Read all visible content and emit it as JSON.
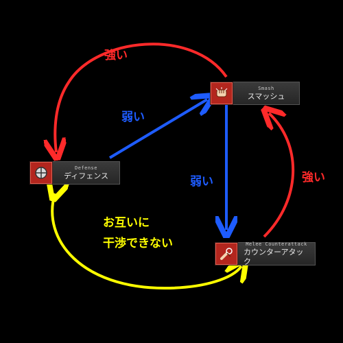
{
  "nodes": {
    "smash": {
      "en": "Smash",
      "jp": "スマッシュ",
      "icon": "fist-icon"
    },
    "defense": {
      "en": "Defense",
      "jp": "ディフェンス",
      "icon": "shield-icon"
    },
    "counter": {
      "en": "Melee Counterattack",
      "jp": "カウンターアタック",
      "icon": "counter-hand-icon"
    }
  },
  "labels": {
    "strong_top": "強い",
    "strong_right": "強い",
    "weak_mid_left": "弱い",
    "weak_mid_right": "弱い",
    "no_interfere_1": "お互いに",
    "no_interfere_2": "干渉できない"
  },
  "colors": {
    "strong": "#ff2a2a",
    "weak": "#1e5cff",
    "neutral": "#ffff00"
  }
}
